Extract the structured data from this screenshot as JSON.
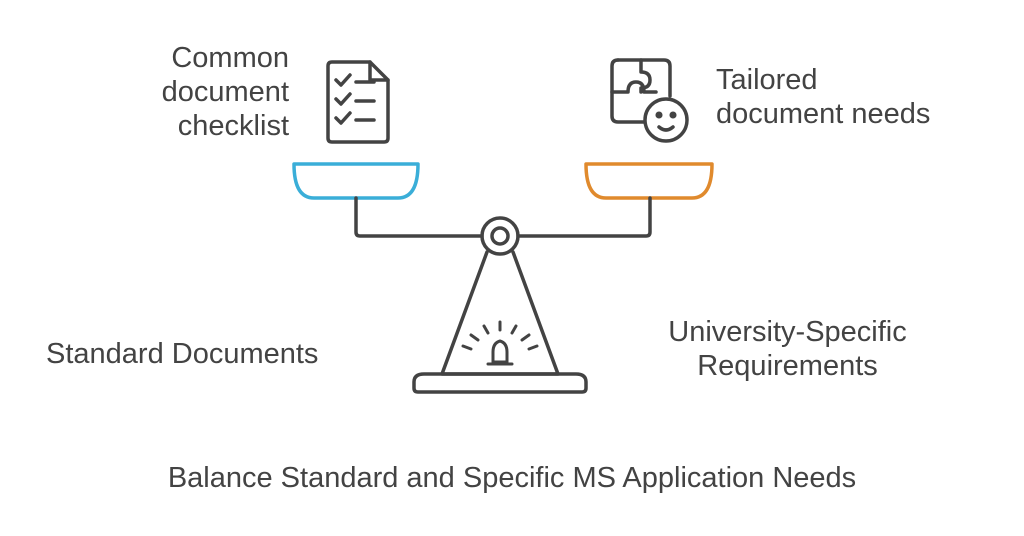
{
  "diagram": {
    "left_pan": {
      "label_lines": [
        "Common",
        "document",
        "checklist"
      ],
      "icon": "checklist-icon",
      "color": "#3aaed8"
    },
    "right_pan": {
      "label_lines": [
        "Tailored",
        "document needs"
      ],
      "icon": "puzzle-face-icon",
      "color": "#e08a2d"
    },
    "left_side_label": "Standard Documents",
    "right_side_label_lines": [
      "University-Specific",
      "Requirements"
    ],
    "title": "Balance Standard and Specific MS Application Needs",
    "stroke_color": "#434343"
  }
}
